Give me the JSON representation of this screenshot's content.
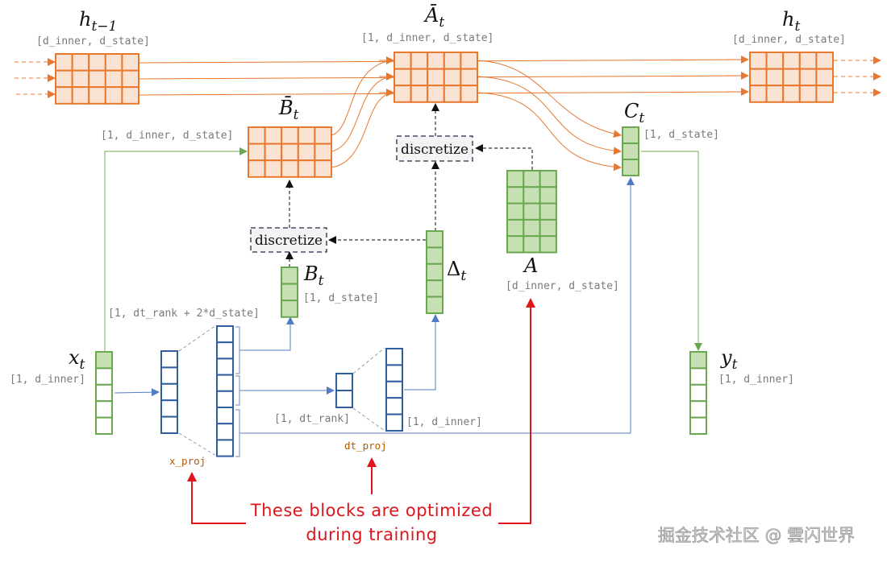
{
  "colors": {
    "state_stroke": "#e9782f",
    "state_fill": "#fbe3d4",
    "param_stroke": "#6aa84f",
    "param_fill": "#c6e0b4",
    "proj_stroke": "#2f5e9e",
    "proj_line": "#4f7cc4",
    "dashed": "#333333",
    "note": "#e0151b",
    "proj_label": "#b35a00"
  },
  "states": {
    "h_prev": {
      "symbol": "h",
      "subscript": "t−1",
      "shape": "[d_inner, d_state]"
    },
    "A_bar": {
      "symbol": "Ā",
      "subscript": "t",
      "shape": "[1, d_inner, d_state]"
    },
    "h_t": {
      "symbol": "h",
      "subscript": "t",
      "shape": "[d_inner, d_state]"
    },
    "B_bar": {
      "symbol": "B̄",
      "subscript": "t",
      "shape": "[1, d_inner, d_state]"
    }
  },
  "params": {
    "C": {
      "symbol": "C",
      "subscript": "t",
      "shape": "[1, d_state]"
    },
    "B": {
      "symbol": "B",
      "subscript": "t",
      "shape": "[1, d_state]"
    },
    "delta": {
      "symbol": "Δ",
      "subscript": "t",
      "shape": ""
    },
    "A": {
      "symbol": "A",
      "shape": "[d_inner, d_state]"
    },
    "x": {
      "symbol": "x",
      "subscript": "t",
      "shape": "[1, d_inner]"
    },
    "y": {
      "symbol": "y",
      "subscript": "t",
      "shape": "[1, d_inner]"
    }
  },
  "ops": {
    "discretize_top": "discretize",
    "discretize_bottom": "discretize"
  },
  "projections": {
    "x_proj": {
      "label": "x_proj",
      "out_shape": "[1, dt_rank + 2*d_state]"
    },
    "dt_proj": {
      "label": "dt_proj",
      "in_shape": "[1, dt_rank]",
      "out_shape": "[1, d_inner]"
    }
  },
  "note": {
    "line1": "These blocks are optimized",
    "line2": "during training"
  },
  "watermark": "掘金技术社区 @ 雲闪世界"
}
